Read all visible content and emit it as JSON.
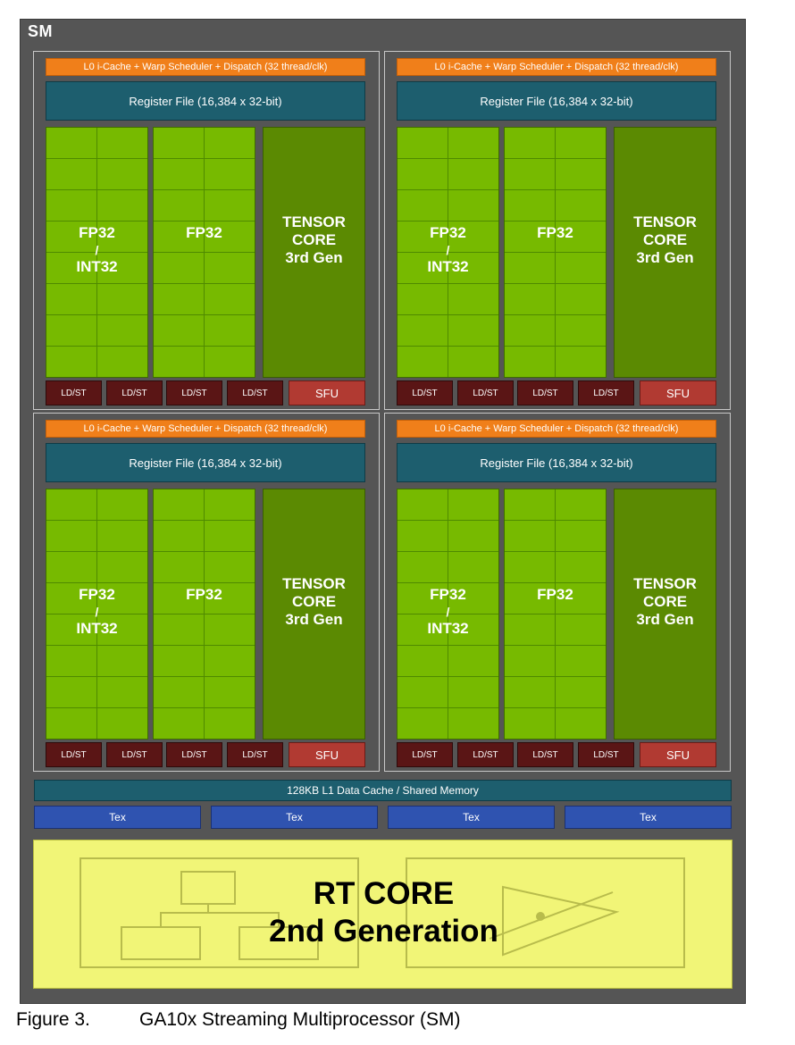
{
  "sm_label": "SM",
  "partition": {
    "l0_label": "L0 i-Cache + Warp Scheduler + Dispatch (32 thread/clk)",
    "register_file_label": "Register File (16,384 x 32-bit)",
    "fp32_int32_top": "FP32",
    "fp32_int32_slash": "/",
    "fp32_int32_bottom": "INT32",
    "fp32_label": "FP32",
    "tensor_line1": "TENSOR",
    "tensor_line2": "CORE",
    "tensor_line3": "3rd Gen",
    "ldst_label": "LD/ST",
    "sfu_label": "SFU"
  },
  "l1_cache_label": "128KB L1 Data Cache / Shared Memory",
  "tex_labels": [
    "Tex",
    "Tex",
    "Tex",
    "Tex"
  ],
  "rt_core": {
    "line1": "RT CORE",
    "line2": "2nd Generation"
  },
  "caption": {
    "number": "Figure 3.",
    "text": "GA10x Streaming Multiprocessor (SM)"
  },
  "colors": {
    "sm_background": "#555555",
    "l0_orange": "#f07f1a",
    "register_teal": "#1d5e6e",
    "fp_green": "#77ba00",
    "tensor_green": "#5b8a02",
    "ldst_red": "#5a1515",
    "sfu_red": "#b13a32",
    "tex_blue": "#2f53b0",
    "rt_yellow": "#f1f577"
  }
}
